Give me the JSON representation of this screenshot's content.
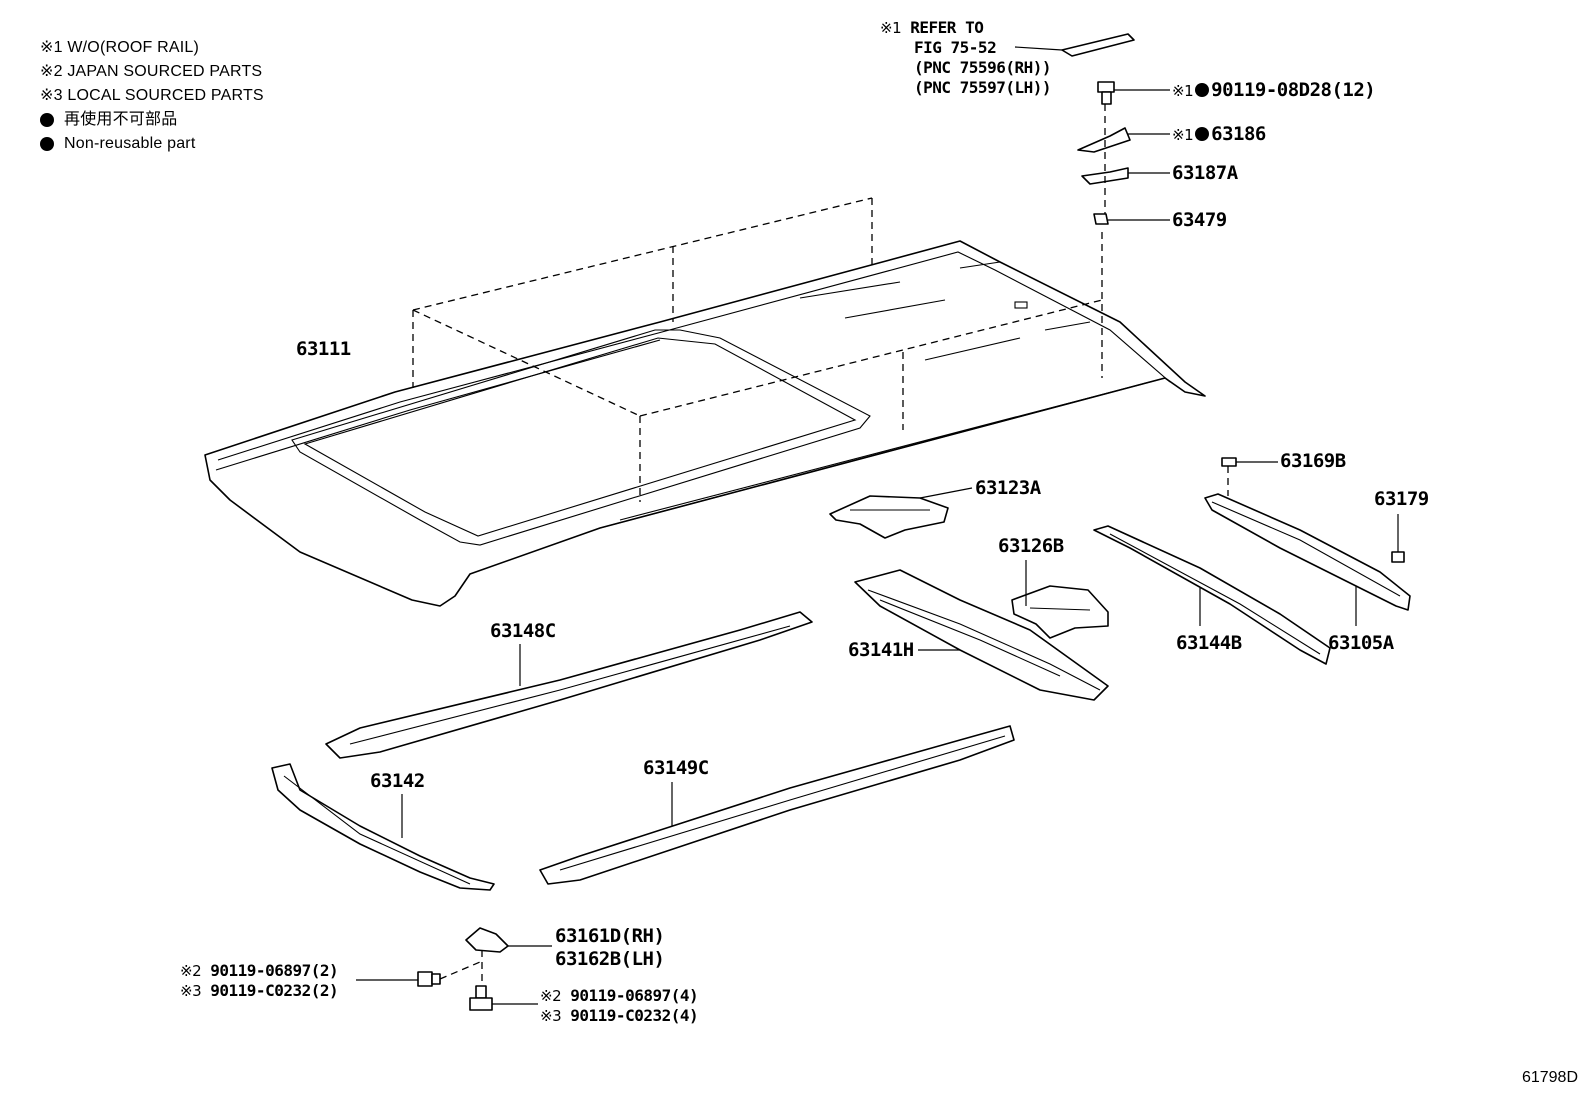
{
  "legend": {
    "note1": "※1 W/O(ROOF RAIL)",
    "note2": "※2 JAPAN SOURCED PARTS",
    "note3": "※3 LOCAL SOURCED PARTS",
    "nonreusable_jp": "再使用不可部品",
    "nonreusable_en": "Non-reusable part"
  },
  "refer": {
    "mark": "※1",
    "line1": "REFER TO",
    "line2": "FIG 75-52",
    "line3": "(PNC 75596(RH))",
    "line4": "(PNC 75597(LH))"
  },
  "parts": {
    "p90119_08D28": {
      "mark": "※1",
      "text": "90119-08D28(12)"
    },
    "p63186": {
      "mark": "※1",
      "text": "63186"
    },
    "p63187A": "63187A",
    "p63479": "63479",
    "p63111": "63111",
    "p63123A": "63123A",
    "p63169B": "63169B",
    "p63179": "63179",
    "p63126B": "63126B",
    "p63148C": "63148C",
    "p63141H": "63141H",
    "p63144B": "63144B",
    "p63105A": "63105A",
    "p63142": "63142",
    "p63149C": "63149C",
    "p63161D": "63161D(RH)",
    "p63162B": "63162B(LH)",
    "bolt_left": [
      {
        "mark": "※2",
        "text": "90119-06897(2)"
      },
      {
        "mark": "※3",
        "text": "90119-C0232(2)"
      }
    ],
    "bolt_bottom": [
      {
        "mark": "※2",
        "text": "90119-06897(4)"
      },
      {
        "mark": "※3",
        "text": "90119-C0232(4)"
      }
    ]
  },
  "figure_id": "61798D"
}
